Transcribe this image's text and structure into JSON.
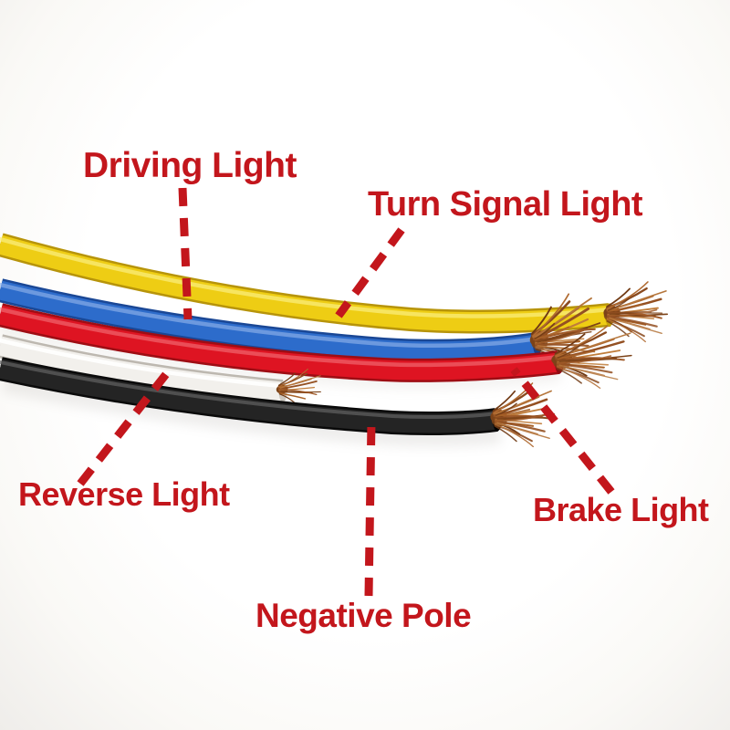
{
  "background_color": "#fbfaf7",
  "accent_color": "#c3161c",
  "annotations": {
    "driving": {
      "text": "Driving Light"
    },
    "turn_signal": {
      "text": "Turn Signal Light"
    },
    "reverse": {
      "text": "Reverse Light"
    },
    "brake": {
      "text": "Brake Light"
    },
    "negative": {
      "text": "Negative Pole"
    }
  },
  "wires": {
    "yellow": {
      "color": "#eecd14",
      "edge": "#b7940a",
      "highlight": "#faec7a"
    },
    "blue": {
      "color": "#2d6ccb",
      "edge": "#1a4795",
      "highlight": "#8fb2ea"
    },
    "red": {
      "color": "#de1422",
      "edge": "#9e0d14",
      "highlight": "#f4737b"
    },
    "white": {
      "color": "#f2f0ec",
      "edge": "#bdb8b0",
      "highlight": "#ffffff"
    },
    "black": {
      "color": "#242424",
      "edge": "#0a0a0a",
      "highlight": "#636363"
    },
    "copper": {
      "color": "#a05a28"
    }
  }
}
